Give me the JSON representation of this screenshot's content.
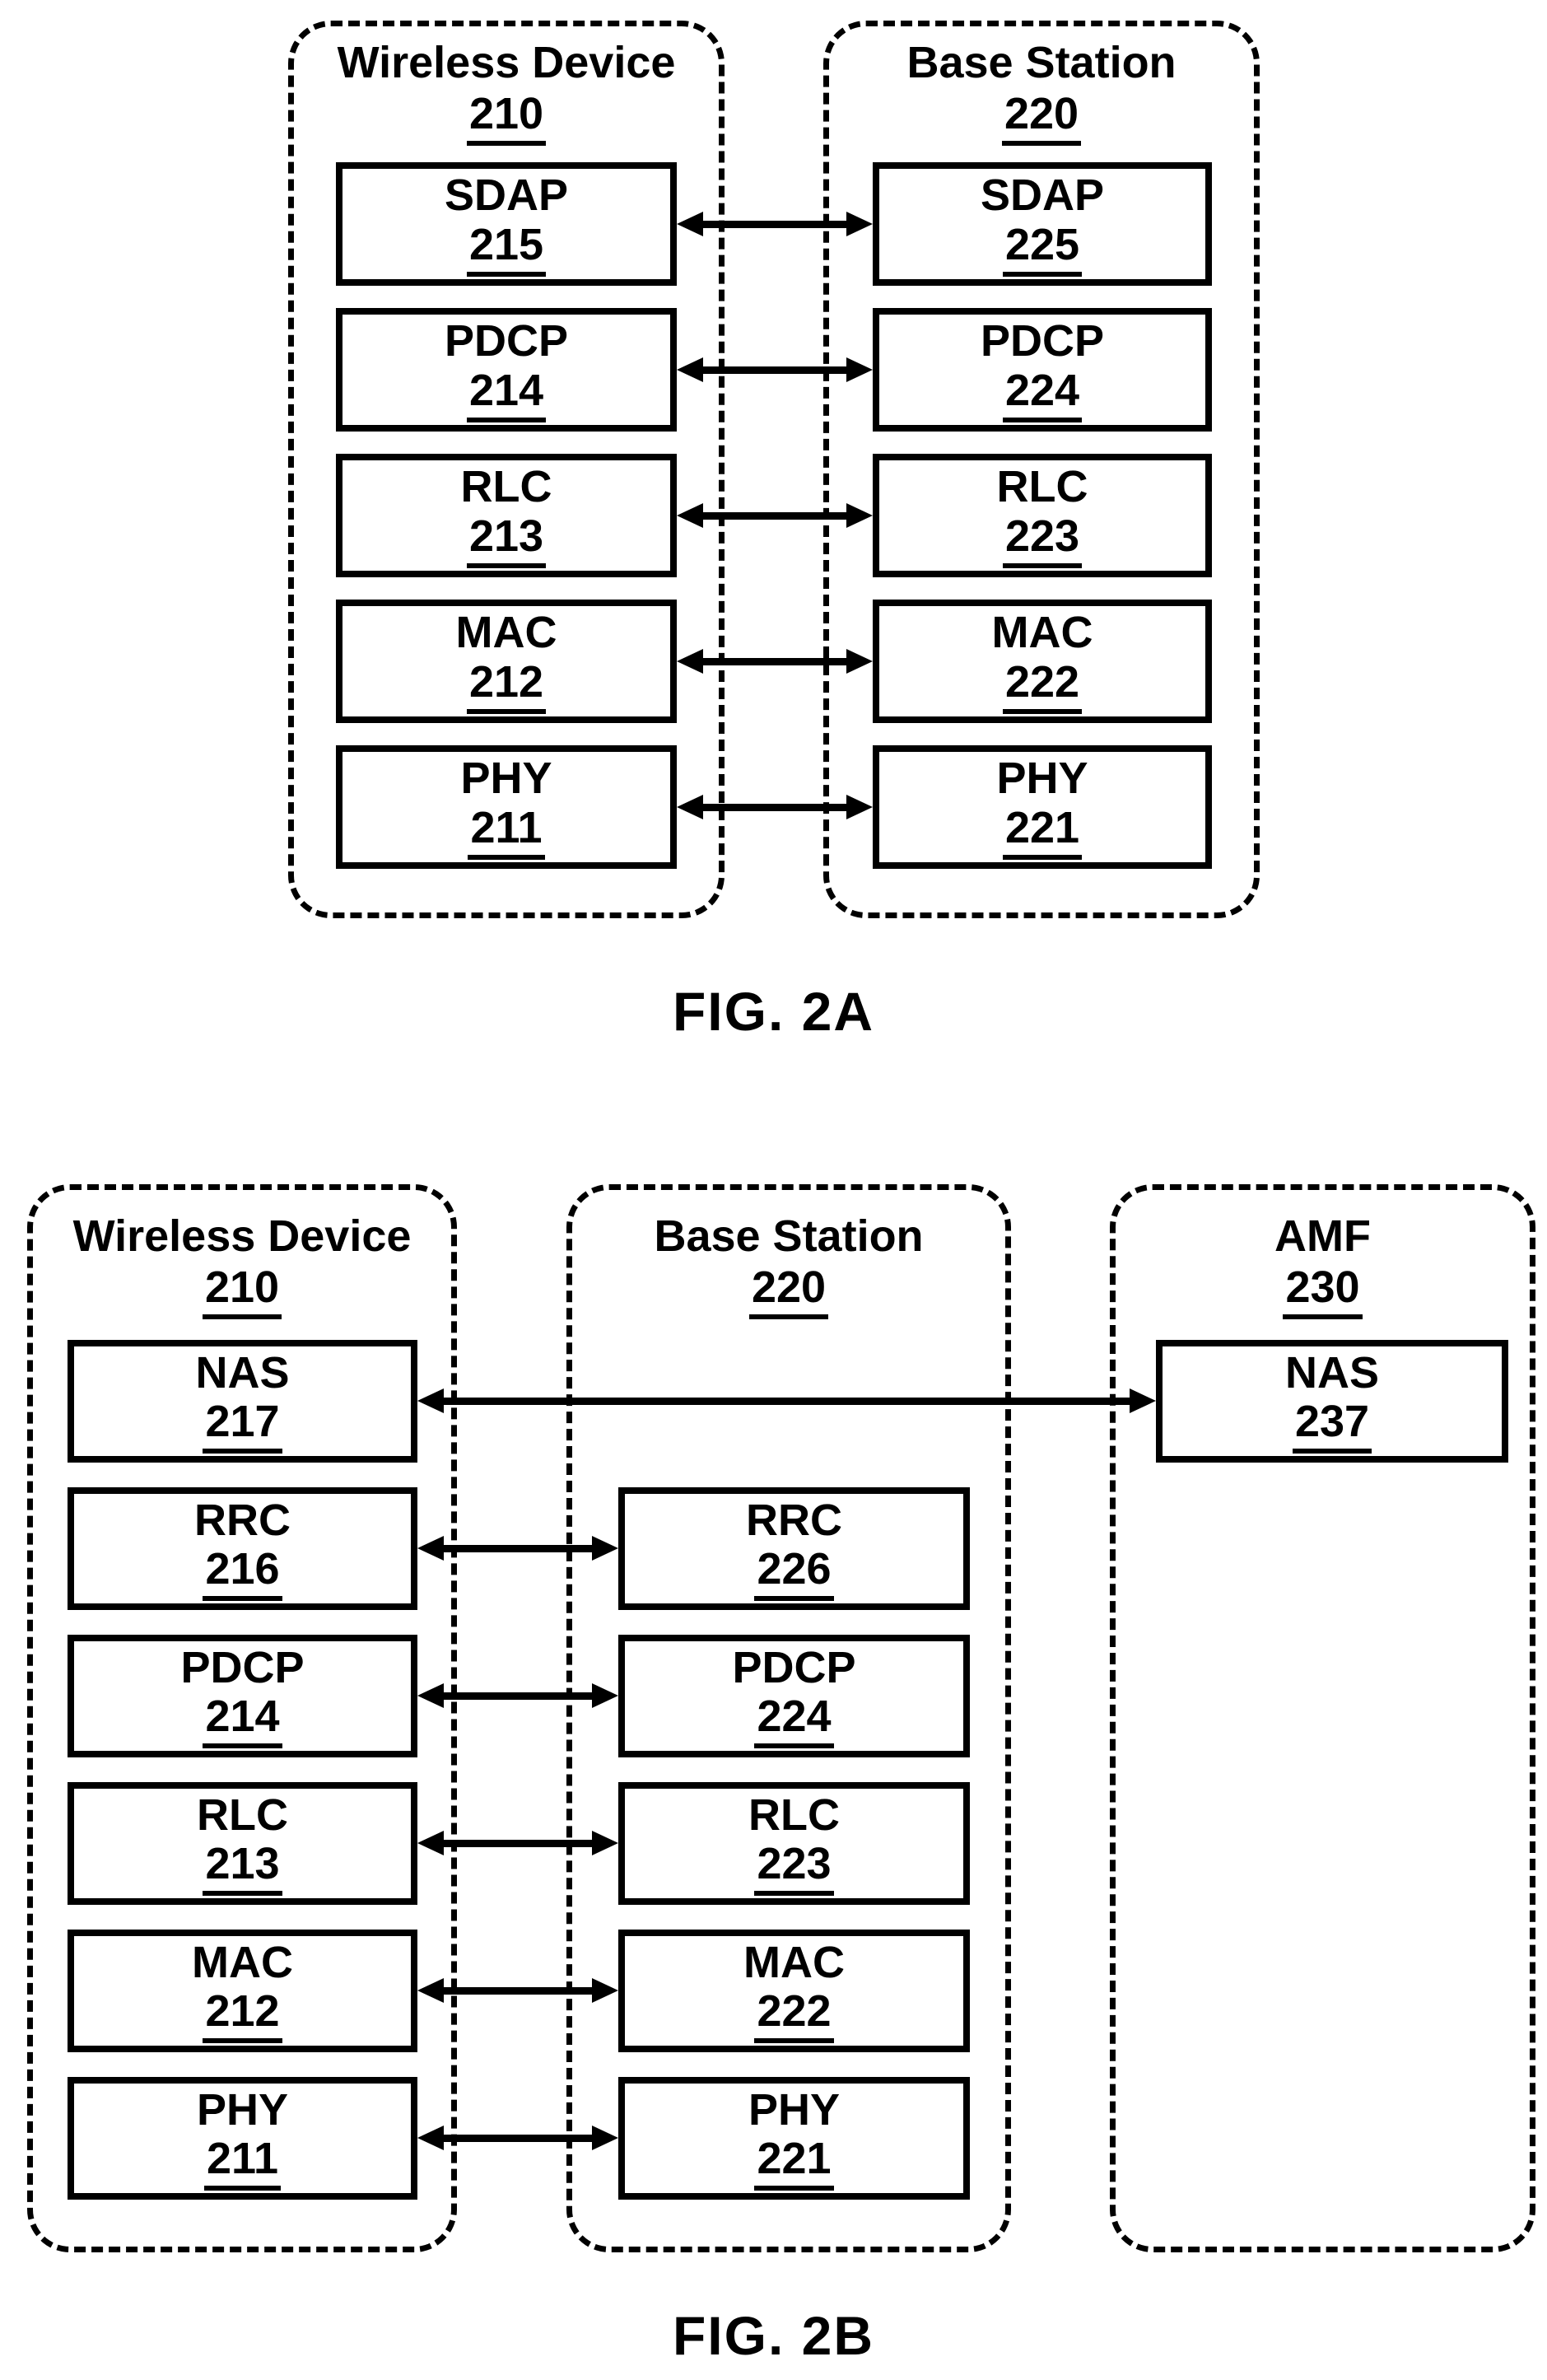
{
  "colors": {
    "ink": "#000000",
    "background": "#ffffff"
  },
  "figures": [
    {
      "caption": "FIG. 2A",
      "containers": [
        {
          "title": "Wireless Device",
          "ref": "210",
          "layers": [
            {
              "name": "SDAP",
              "ref": "215"
            },
            {
              "name": "PDCP",
              "ref": "214"
            },
            {
              "name": "RLC",
              "ref": "213"
            },
            {
              "name": "MAC",
              "ref": "212"
            },
            {
              "name": "PHY",
              "ref": "211"
            }
          ]
        },
        {
          "title": "Base Station",
          "ref": "220",
          "layers": [
            {
              "name": "SDAP",
              "ref": "225"
            },
            {
              "name": "PDCP",
              "ref": "224"
            },
            {
              "name": "RLC",
              "ref": "223"
            },
            {
              "name": "MAC",
              "ref": "222"
            },
            {
              "name": "PHY",
              "ref": "221"
            }
          ]
        }
      ],
      "connections": [
        {
          "from": "SDAP 215",
          "to": "SDAP 225",
          "type": "bidirectional"
        },
        {
          "from": "PDCP 214",
          "to": "PDCP 224",
          "type": "bidirectional"
        },
        {
          "from": "RLC 213",
          "to": "RLC 223",
          "type": "bidirectional"
        },
        {
          "from": "MAC 212",
          "to": "MAC 222",
          "type": "bidirectional"
        },
        {
          "from": "PHY 211",
          "to": "PHY 221",
          "type": "bidirectional"
        }
      ]
    },
    {
      "caption": "FIG. 2B",
      "containers": [
        {
          "title": "Wireless Device",
          "ref": "210",
          "layers": [
            {
              "name": "NAS",
              "ref": "217"
            },
            {
              "name": "RRC",
              "ref": "216"
            },
            {
              "name": "PDCP",
              "ref": "214"
            },
            {
              "name": "RLC",
              "ref": "213"
            },
            {
              "name": "MAC",
              "ref": "212"
            },
            {
              "name": "PHY",
              "ref": "211"
            }
          ]
        },
        {
          "title": "Base Station",
          "ref": "220",
          "layers": [
            {
              "name": "RRC",
              "ref": "226"
            },
            {
              "name": "PDCP",
              "ref": "224"
            },
            {
              "name": "RLC",
              "ref": "223"
            },
            {
              "name": "MAC",
              "ref": "222"
            },
            {
              "name": "PHY",
              "ref": "221"
            }
          ]
        },
        {
          "title": "AMF",
          "ref": "230",
          "layers": [
            {
              "name": "NAS",
              "ref": "237"
            }
          ]
        }
      ],
      "connections": [
        {
          "from": "NAS 217",
          "to": "NAS 237",
          "type": "bidirectional"
        },
        {
          "from": "RRC 216",
          "to": "RRC 226",
          "type": "bidirectional"
        },
        {
          "from": "PDCP 214",
          "to": "PDCP 224",
          "type": "bidirectional"
        },
        {
          "from": "RLC 213",
          "to": "RLC 223",
          "type": "bidirectional"
        },
        {
          "from": "MAC 212",
          "to": "MAC 222",
          "type": "bidirectional"
        },
        {
          "from": "PHY 211",
          "to": "PHY 221",
          "type": "bidirectional"
        }
      ]
    }
  ]
}
